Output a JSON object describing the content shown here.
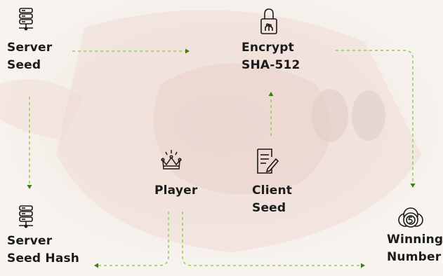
{
  "nodes": {
    "server_seed": {
      "line1": "Server",
      "line2": "Seed",
      "icon": "server-icon"
    },
    "encrypt": {
      "line1": "Encrypt",
      "line2": "SHA-512",
      "icon": "lock-icon"
    },
    "server_seed_hash": {
      "line1": "Server",
      "line2": "Seed Hash",
      "icon": "server-icon"
    },
    "player": {
      "line1": "Player",
      "icon": "crown-icon"
    },
    "client_seed": {
      "line1": "Client",
      "line2": "Seed",
      "icon": "document-pen-icon"
    },
    "winning_number": {
      "line1": "Winning",
      "line2": "Number",
      "icon": "coins-icon"
    }
  },
  "colors": {
    "arrow": "#7ccd2e",
    "text": "#1b1b1b",
    "background": "#f7f3ee"
  }
}
